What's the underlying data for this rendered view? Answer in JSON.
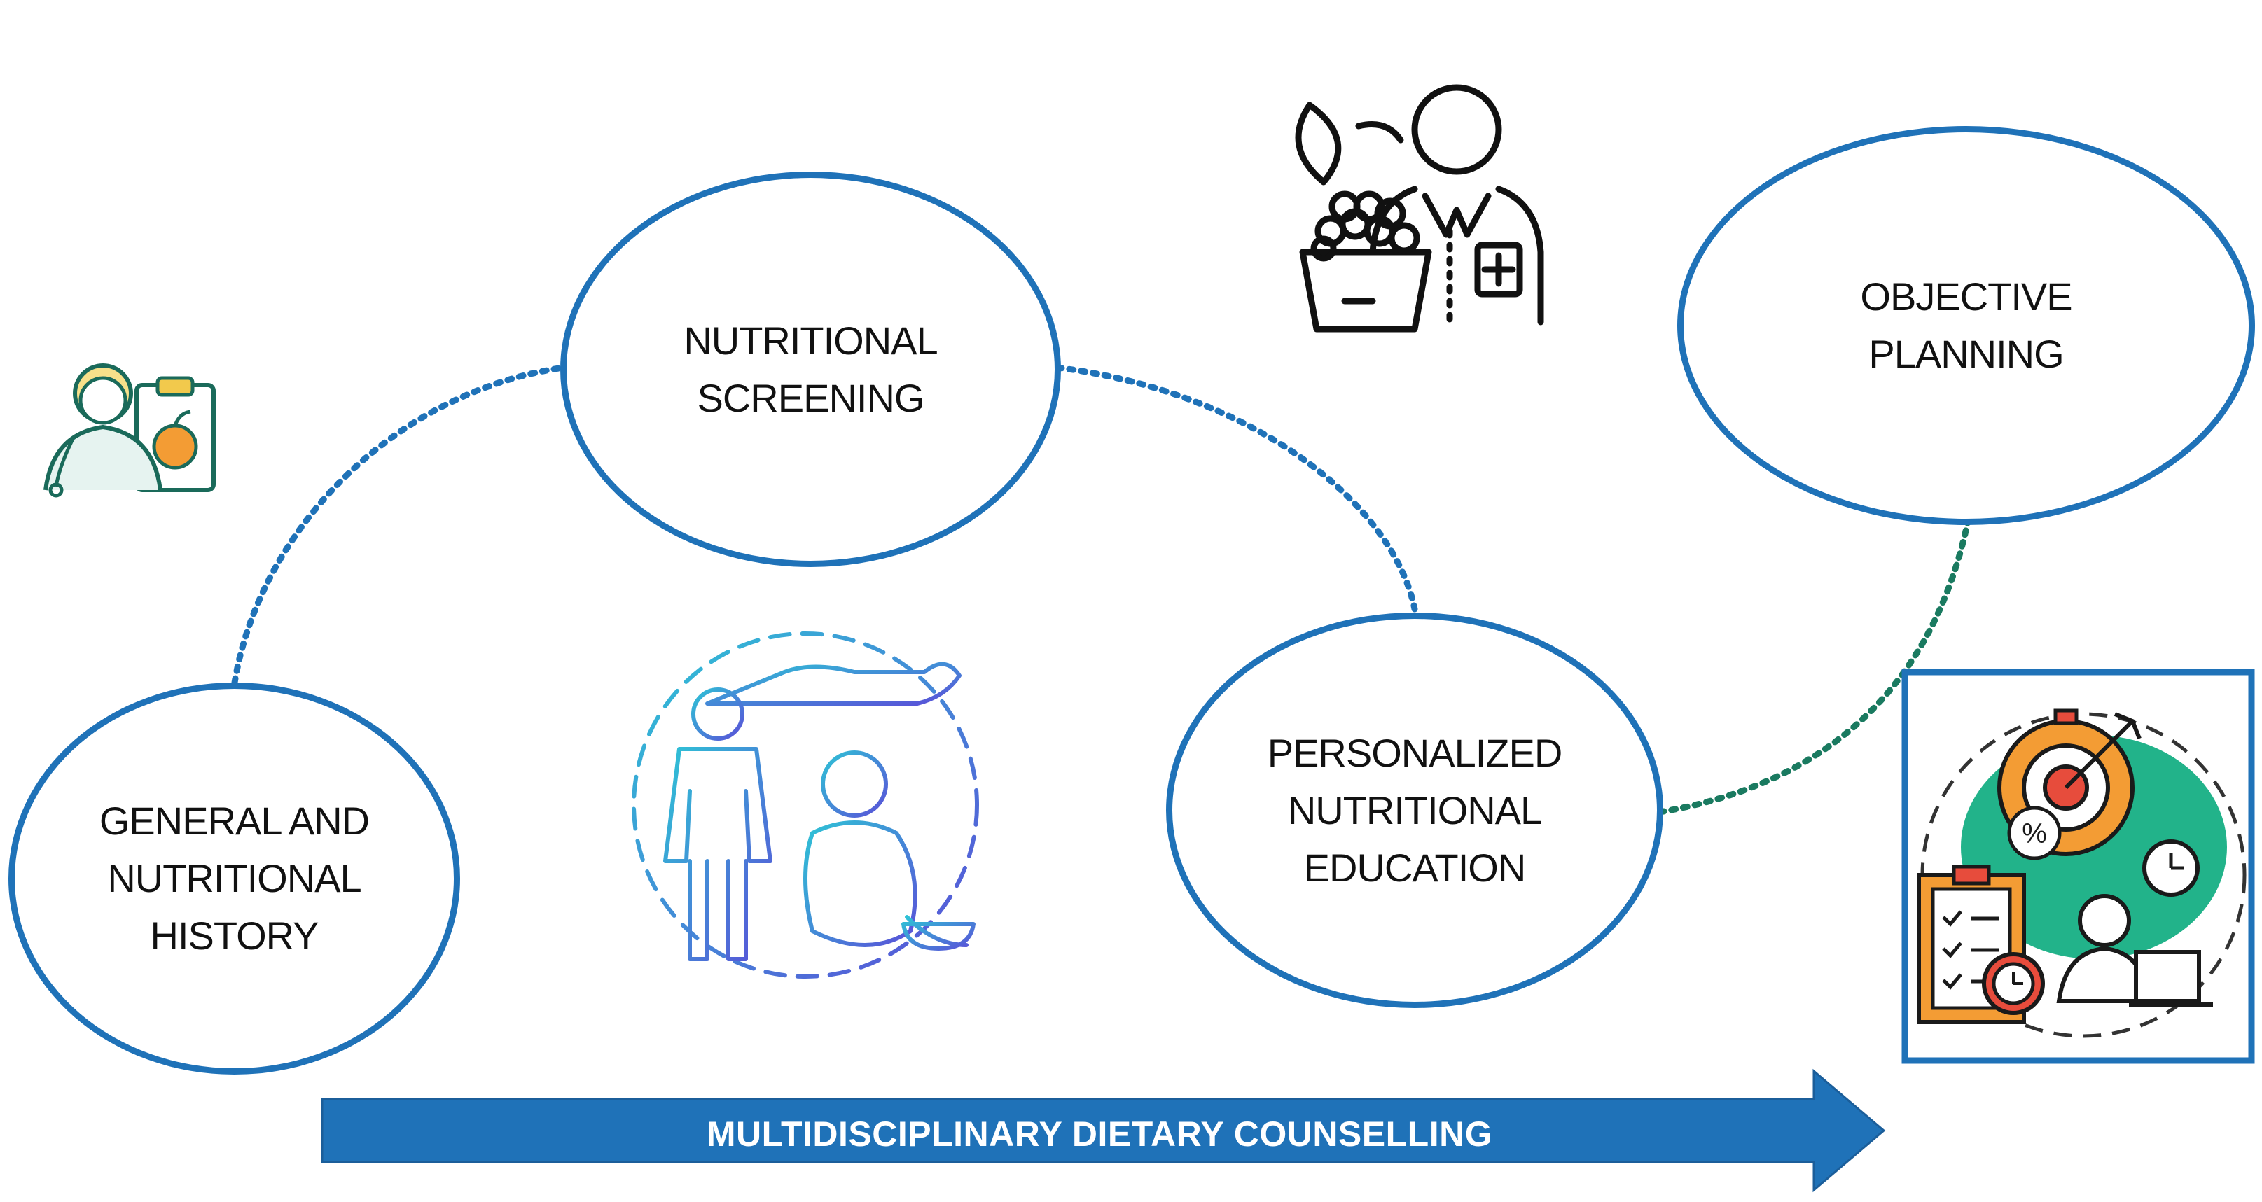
{
  "diagram": {
    "nodes": [
      {
        "id": "history",
        "lines": [
          "GENERAL AND",
          "NUTRITIONAL",
          "HISTORY"
        ]
      },
      {
        "id": "screening",
        "lines": [
          "NUTRITIONAL",
          "SCREENING"
        ]
      },
      {
        "id": "education",
        "lines": [
          "PERSONALIZED",
          "NUTRITIONAL",
          "EDUCATION"
        ]
      },
      {
        "id": "planning",
        "lines": [
          "OBJECTIVE",
          "PLANNING"
        ]
      }
    ],
    "arrow_label": "MULTIDISCIPLINARY DIETARY COUNSELLING",
    "icons": [
      "dietitian-clipboard-icon",
      "nutritionist-food-basket-icon",
      "body-types-weight-icon",
      "goal-planning-icon"
    ],
    "colors": {
      "ellipse_border": "#1f72b8",
      "connector_blue": "#1f72b8",
      "connector_green": "#1a7a60",
      "arrow_fill": "#1f72b8"
    }
  }
}
